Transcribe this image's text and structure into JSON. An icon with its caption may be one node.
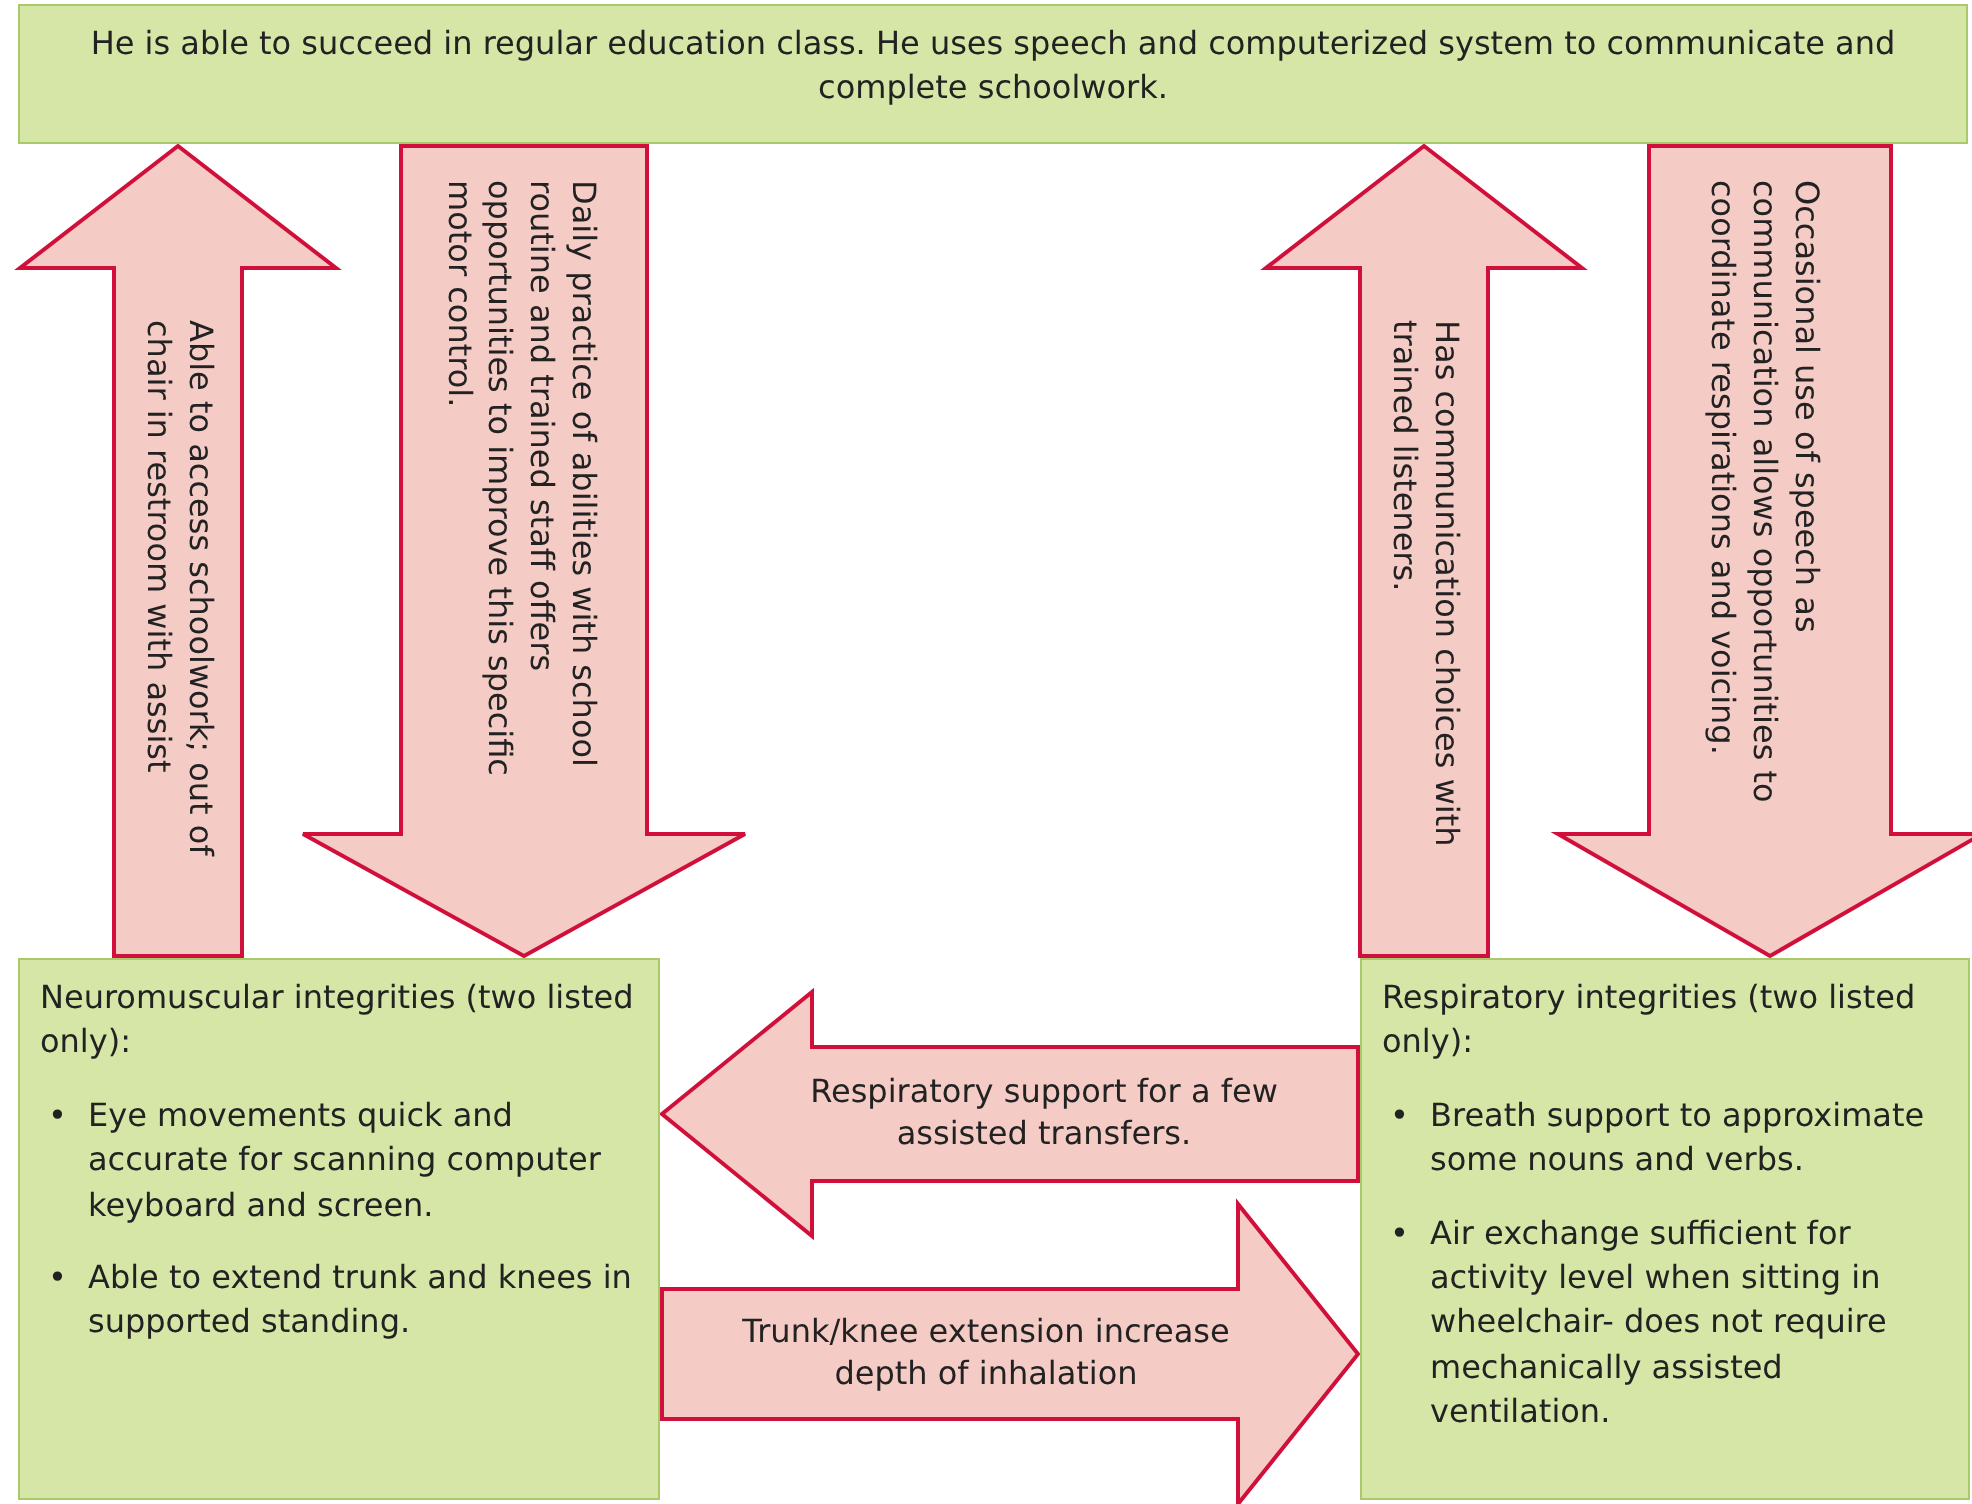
{
  "diagram": {
    "nodes": [
      {
        "text": [
          "He is able to succeed in regular education class. He uses speech and computerized system to communicate and complete schoolwork."
        ]
      },
      {
        "text": [
          "Neuromuscular integrities (two listed only):",
          "Eye movements quick and accurate for scanning computer keyboard and screen.",
          "Able to extend trunk and knees in supported standing."
        ]
      },
      {
        "text": [
          "Respiratory integrities (two listed only):",
          "Breath support to approximate some nouns and verbs.",
          "Air exchange sufficient for activity level when sitting in wheelchair- does not require mechanically assisted ventilation."
        ]
      }
    ],
    "edges": [
      {
        "from": 1,
        "to": 0,
        "arrow": "to",
        "label": "Able to access schoolwork; out of chair in restroom with assist"
      },
      {
        "from": 0,
        "to": 1,
        "arrow": "to",
        "label": "Daily practice of abilities with school routine and trained staff offers opportunities to improve this specific motor control."
      },
      {
        "from": 2,
        "to": 0,
        "arrow": "to",
        "label": "Has communication choices with trained listeners."
      },
      {
        "from": 0,
        "to": 2,
        "arrow": "to",
        "label": "Occasional use of speech as communication allows opportunities to coordinate respirations and voicing."
      },
      {
        "from": 2,
        "to": 1,
        "arrow": "to",
        "label": "Respiratory support for a few assisted transfers."
      },
      {
        "from": 1,
        "to": 2,
        "arrow": "to",
        "label": "Trunk/knee extension increase depth of inhalation"
      }
    ],
    "labels": [
      "•",
      "•",
      "•",
      "•"
    ]
  }
}
